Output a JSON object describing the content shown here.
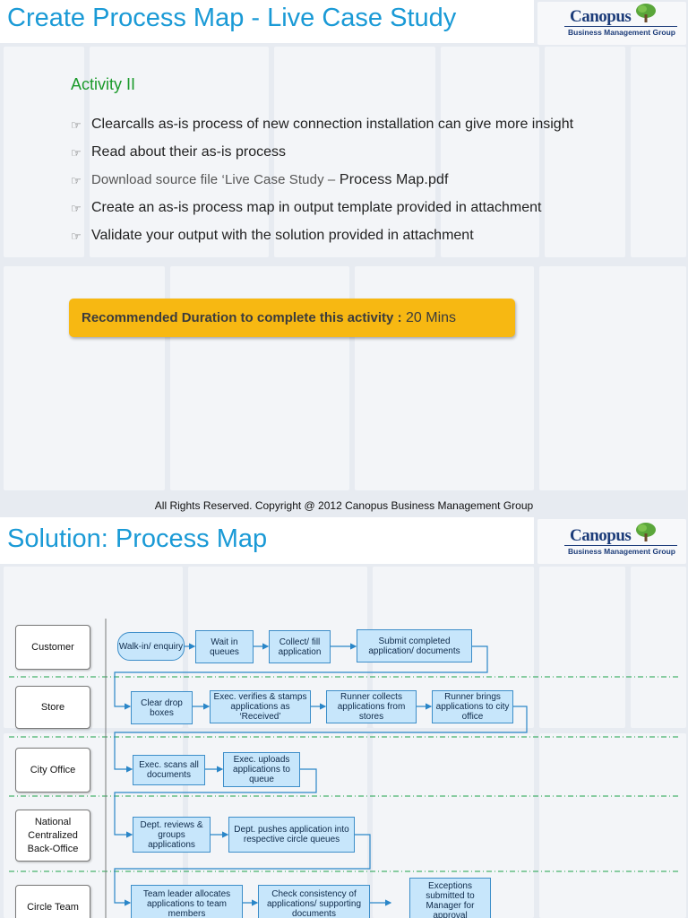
{
  "slide1": {
    "title": "Create Process Map - Live Case Study",
    "logo": {
      "name": "Canopus",
      "subtitle": "Business Management Group"
    },
    "subheading": "Activity II",
    "bullets": [
      "Clearcalls as-is process of new connection installation can give more insight",
      "Read about their as-is process",
      "Download source file ‘Live Case Study –",
      "Create an as-is process map in output template provided in attachment",
      "Validate your output with the solution provided in attachment"
    ],
    "bullet3_tail": " Process Map.pdf",
    "callout_label": "Recommended Duration to complete this activity :",
    "callout_value": " 20 Mins",
    "copyright": "All Rights Reserved. Copyright @ 2012 Canopus Business Management Group"
  },
  "slide2": {
    "title": "Solution: Process Map",
    "logo": {
      "name": "Canopus",
      "subtitle": "Business Management Group"
    },
    "lanes": [
      "Customer",
      "Store",
      "City Office",
      "National Centralized Back-Office",
      "Circle Team"
    ],
    "steps": {
      "walkin": "Walk-in/ enquiry",
      "wait": "Wait in queues",
      "collect": "Collect/ fill application",
      "submit": "Submit completed application/ documents",
      "clear": "Clear drop boxes",
      "verify": "Exec. verifies & stamps applications as ‘Received’",
      "runner_collect": "Runner collects applications from stores",
      "runner_bring": "Runner brings applications to city office",
      "scan": "Exec. scans all documents",
      "upload": "Exec. uploads applications to queue",
      "review": "Dept. reviews & groups applications",
      "push": "Dept. pushes application into respective circle queues",
      "allocate": "Team leader allocates applications to team members",
      "check": "Check consistency of applications/ supporting documents",
      "exceptions": "Exceptions submitted to Manager for approval"
    }
  }
}
